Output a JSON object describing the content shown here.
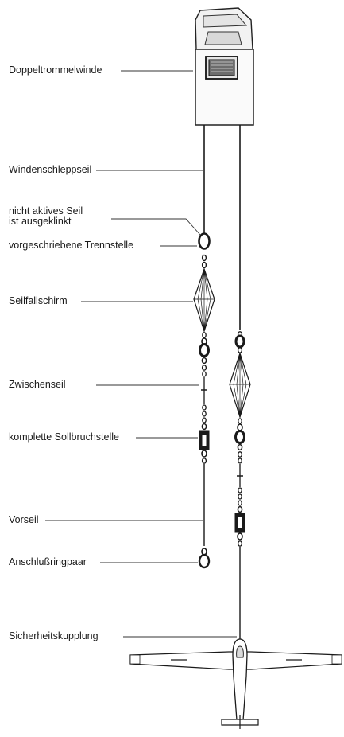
{
  "labels": {
    "winch": "Doppeltrommelwinde",
    "tow_rope": "Windenschleppseil",
    "inactive_line1": "nicht aktives Seil",
    "inactive_line2": "ist ausgeklinkt",
    "separation_point": "vorgeschriebene Trennstelle",
    "parachute": "Seilfallschirm",
    "intermediate_rope": "Zwischenseil",
    "weak_link": "komplette Sollbruchstelle",
    "leader_rope": "Vorseil",
    "ring_pair": "Anschlußringpaar",
    "safety_coupling": "Sicherheitskupplung"
  }
}
